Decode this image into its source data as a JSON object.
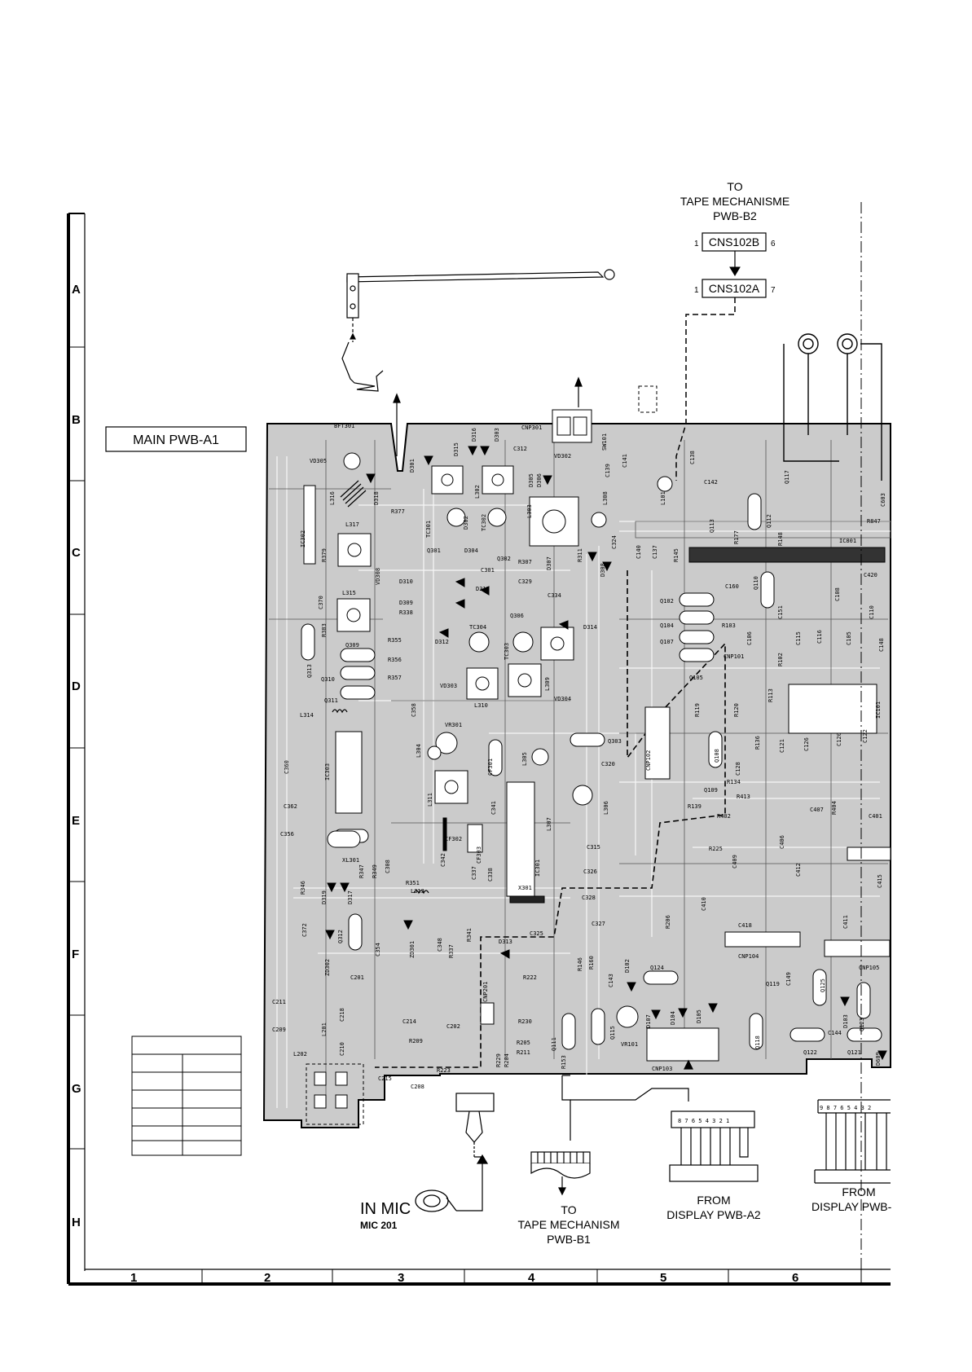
{
  "title_box": "MAIN PWB-A1",
  "grid": {
    "rows": [
      "A",
      "B",
      "C",
      "D",
      "E",
      "F",
      "G",
      "H"
    ],
    "cols": [
      "1",
      "2",
      "3",
      "4",
      "5",
      "6"
    ]
  },
  "top_connector": {
    "to_line1": "TO",
    "to_line2": "TAPE MECHANISME",
    "to_line3": "PWB-B2",
    "cns_b": "CNS102B",
    "cns_b_left": "1",
    "cns_b_right": "6",
    "cns_a": "CNS102A",
    "cns_a_left": "1",
    "cns_a_right": "7"
  },
  "bottom_labels": {
    "in_mic": "IN MIC",
    "mic_ref": "MIC 201",
    "tape_b1_l1": "TO",
    "tape_b1_l2": "TAPE MECHANISM",
    "tape_b1_l3": "PWB-B1",
    "disp_a2_l1": "FROM",
    "disp_a2_l2": "DISPLAY PWB-A2",
    "disp_right_l1": "FROM",
    "disp_right_l2": "DISPLAY PWB-",
    "pins_a2": "8 7 6 5 4 3  2 1",
    "pins_right": "9 8 7 6 5 4 3  2"
  },
  "components": [
    "BFT301",
    "VD305",
    "CNP301",
    "SW101",
    "VD302",
    "D301",
    "D315",
    "D316",
    "D303",
    "C312",
    "L316",
    "D318",
    "L317",
    "R377",
    "TC301",
    "D302",
    "TC302",
    "L302",
    "L303",
    "D305",
    "D306",
    "L308",
    "C139",
    "C141",
    "C138",
    "C142",
    "L101",
    "Q117",
    "C603",
    "R847",
    "IC302",
    "R379",
    "VD308",
    "Q301",
    "D304",
    "Q302",
    "R307",
    "D307",
    "R311",
    "D308",
    "C324",
    "Q113",
    "R177",
    "Q112",
    "R148",
    "IC801",
    "C301",
    "C329",
    "C334",
    "D310",
    "D311",
    "C137",
    "R145",
    "C140",
    "C160",
    "Q110",
    "C420",
    "L315",
    "C370",
    "D309",
    "R338",
    "Q306",
    "Q102",
    "R103",
    "C151",
    "C108",
    "C110",
    "R383",
    "D312",
    "TC304",
    "TC303",
    "D314",
    "Q104",
    "C106",
    "C115",
    "C116",
    "C105",
    "C148",
    "R355",
    "Q107",
    "CNP101",
    "R102",
    "Q309",
    "R356",
    "R357",
    "Q313",
    "Q310",
    "VD303",
    "VD304",
    "Q105",
    "R113",
    "R120",
    "IC101",
    "Q311",
    "L310",
    "L309",
    "R119",
    "L314",
    "C358",
    "VR301",
    "C360",
    "IC303",
    "L304",
    "Q303",
    "C320",
    "CNP102",
    "Q108",
    "R136",
    "C121",
    "C126",
    "C120",
    "C122",
    "C128",
    "R134",
    "L305",
    "CF301",
    "C362",
    "C341",
    "L311",
    "Q109",
    "R139",
    "R413",
    "R402",
    "C407",
    "R404",
    "C401",
    "C356",
    "C337",
    "L307",
    "L306",
    "CF302",
    "CF303",
    "C315",
    "R225",
    "C406",
    "C409",
    "C412",
    "C415",
    "XL301",
    "C308",
    "C342",
    "C326",
    "R346",
    "D319",
    "D317",
    "R347",
    "R349",
    "R351",
    "L313",
    "C338",
    "IC301",
    "X301",
    "C328",
    "C327",
    "C410",
    "C418",
    "C411",
    "C372",
    "Q312",
    "C354",
    "ZD301",
    "C348",
    "R337",
    "R341",
    "D313",
    "C325",
    "R206",
    "CNP104",
    "CNP105",
    "ZD302",
    "C201",
    "CNP201",
    "R222",
    "R146",
    "R160",
    "C143",
    "D102",
    "Q124",
    "Q119",
    "C149",
    "Q125",
    "C211",
    "C218",
    "C214",
    "C202",
    "R230",
    "Q115",
    "VR101",
    "D107",
    "D104",
    "D105",
    "D103",
    "Q123",
    "C209",
    "L201",
    "R209",
    "R205",
    "R211",
    "Q111",
    "R153",
    "CNP103",
    "Q118",
    "Q122",
    "C144",
    "Q121",
    "D609",
    "L202",
    "C210",
    "C215",
    "R223",
    "C208",
    "R229",
    "R204"
  ]
}
